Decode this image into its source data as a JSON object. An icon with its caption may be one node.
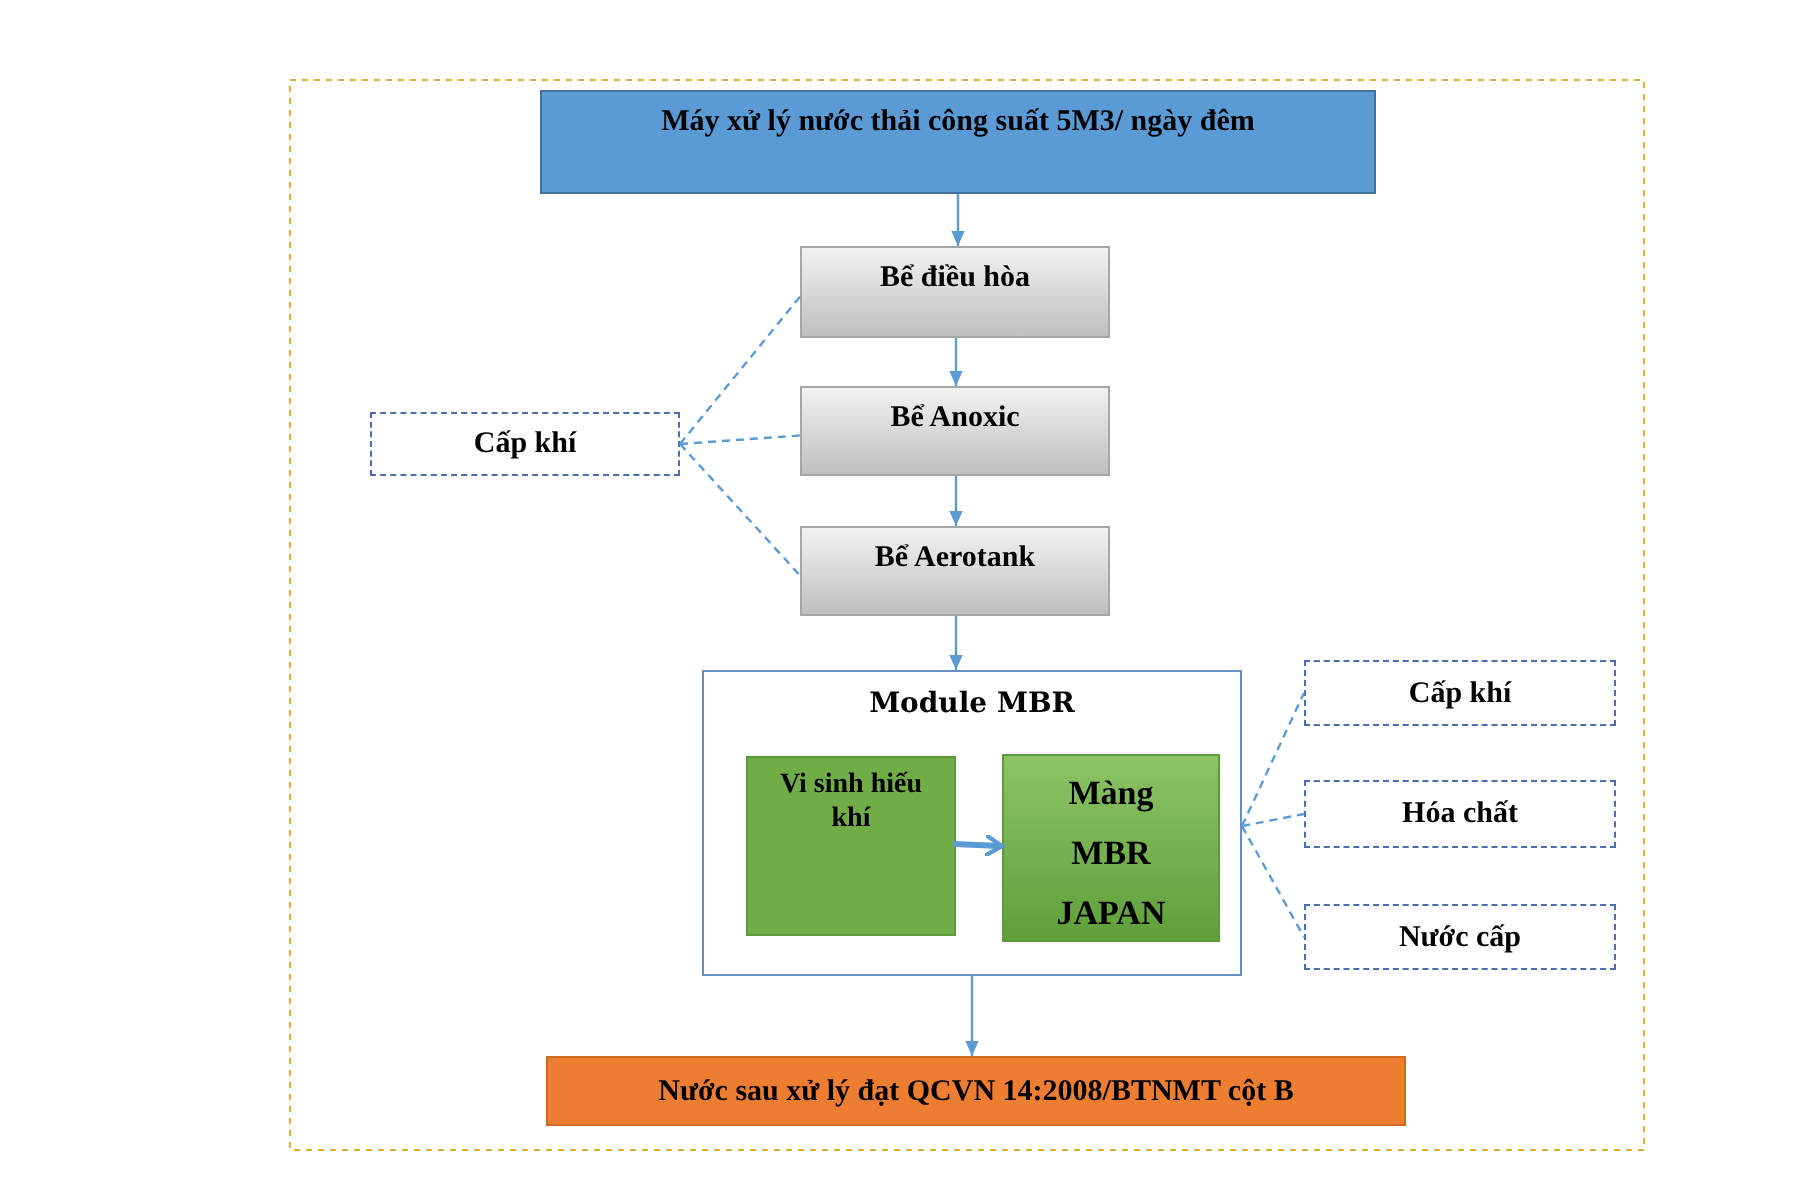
{
  "diagram": {
    "nodes": [
      {
        "text": [
          "Máy xử lý nước thải công suất 5M3/ ngày đêm"
        ]
      },
      {
        "text": [
          "Bể điều hòa"
        ]
      },
      {
        "text": [
          "Bể Anoxic"
        ]
      },
      {
        "text": [
          "Bể Aerotank"
        ]
      },
      {
        "text": [
          "Cấp khí"
        ]
      },
      {
        "text": [
          "Module MBR"
        ]
      },
      {
        "text": [
          "Vi sinh hiếu khí"
        ],
        "in": 5
      },
      {
        "text": [
          "Màng MBR JAPAN"
        ],
        "in": 5
      },
      {
        "text": [
          "Cấp khí"
        ]
      },
      {
        "text": [
          "Hóa chất"
        ]
      },
      {
        "text": [
          "Nước cấp"
        ]
      },
      {
        "text": [
          "Nước sau xử lý đạt QCVN 14:2008/BTNMT cột B"
        ]
      }
    ],
    "edges": [
      {
        "from": 0,
        "to": 1,
        "arrow": "to"
      },
      {
        "from": 1,
        "to": 2,
        "arrow": "to"
      },
      {
        "from": 2,
        "to": 3,
        "arrow": "to"
      },
      {
        "from": 3,
        "to": 5,
        "arrow": "to"
      },
      {
        "from": 4,
        "to": 1,
        "arrow": "none",
        "style": "dashed"
      },
      {
        "from": 4,
        "to": 2,
        "arrow": "none",
        "style": "dashed"
      },
      {
        "from": 4,
        "to": 3,
        "arrow": "none",
        "style": "dashed"
      },
      {
        "from": 6,
        "to": 7,
        "arrow": "to",
        "style": "thick"
      },
      {
        "from": 5,
        "to": 8,
        "arrow": "none",
        "style": "dashed"
      },
      {
        "from": 5,
        "to": 9,
        "arrow": "none",
        "style": "dashed"
      },
      {
        "from": 5,
        "to": 10,
        "arrow": "none",
        "style": "dashed"
      },
      {
        "from": 5,
        "to": 11,
        "arrow": "to"
      }
    ]
  }
}
